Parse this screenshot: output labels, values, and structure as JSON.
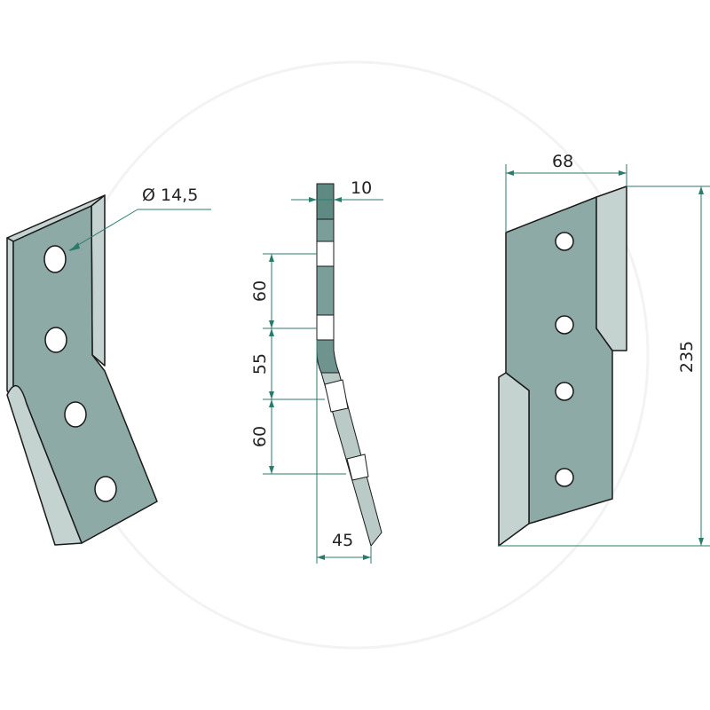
{
  "drawing": {
    "hole_diameter_label": "Ø 14,5",
    "thickness_label": "10",
    "spacing_top_label": "60",
    "spacing_middle_label": "55",
    "spacing_bottom_label": "60",
    "offset_label": "45",
    "width_label": "68",
    "height_label": "235"
  },
  "colors": {
    "face": "#8eaaa6",
    "bevel": "#c4d3d0",
    "dimension": "#2b7b6c"
  }
}
